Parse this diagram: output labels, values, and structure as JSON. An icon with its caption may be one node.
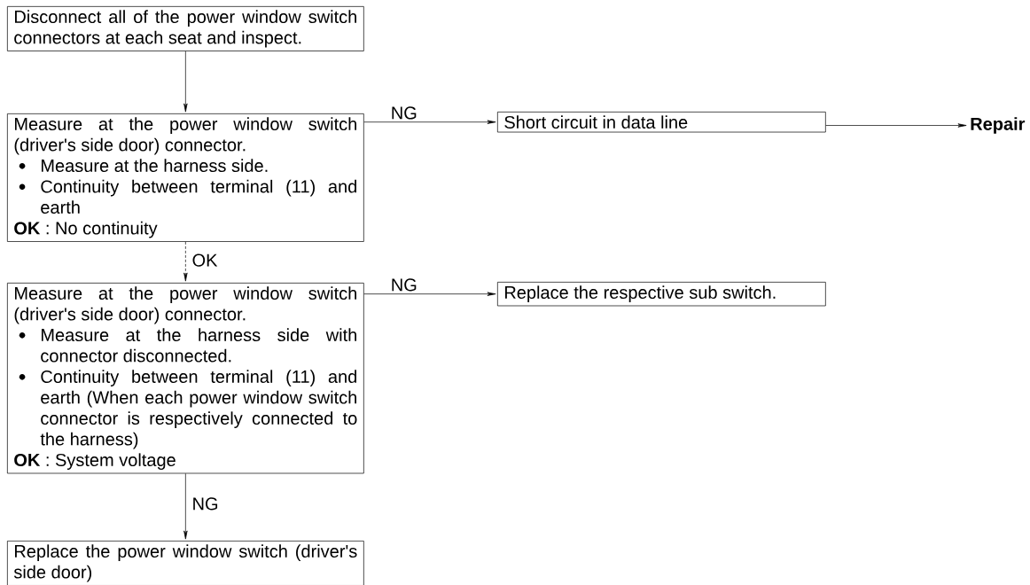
{
  "diagram": {
    "nodes": [
      {
        "text": [
          "Disconnect all of the power window switch connectors at each seat and inspect."
        ]
      },
      {
        "text": [
          "Measure at the power window switch (driver's side door) connector.",
          "Measure at the harness side.",
          "Continuity between terminal (11) and earth",
          "**OK** : No continuity"
        ]
      },
      {
        "text": [
          "Short circuit in data line"
        ]
      },
      {
        "text": [
          "Repair"
        ]
      },
      {
        "text": [
          "Measure at the power window switch (driver's side door) connector.",
          "Measure at the harness side with connector disconnected.",
          "Continuity between terminal (11) and earth (When each power window switch connector is respectively connected to the harness)",
          "**OK** : System voltage"
        ]
      },
      {
        "text": [
          "Replace the respective sub switch."
        ]
      },
      {
        "text": [
          "Replace the power window switch (driver's side door)"
        ]
      }
    ],
    "edges": [
      {
        "from": 0,
        "to": 1,
        "arrow": "to"
      },
      {
        "from": 1,
        "to": 2,
        "arrow": "to",
        "label": "NG"
      },
      {
        "from": 2,
        "to": 3,
        "arrow": "to"
      },
      {
        "from": 1,
        "to": 4,
        "arrow": "to",
        "label": "OK",
        "style": "dashed"
      },
      {
        "from": 4,
        "to": 5,
        "arrow": "to",
        "label": "NG"
      },
      {
        "from": 4,
        "to": 6,
        "arrow": "to",
        "label": "NG"
      }
    ]
  }
}
